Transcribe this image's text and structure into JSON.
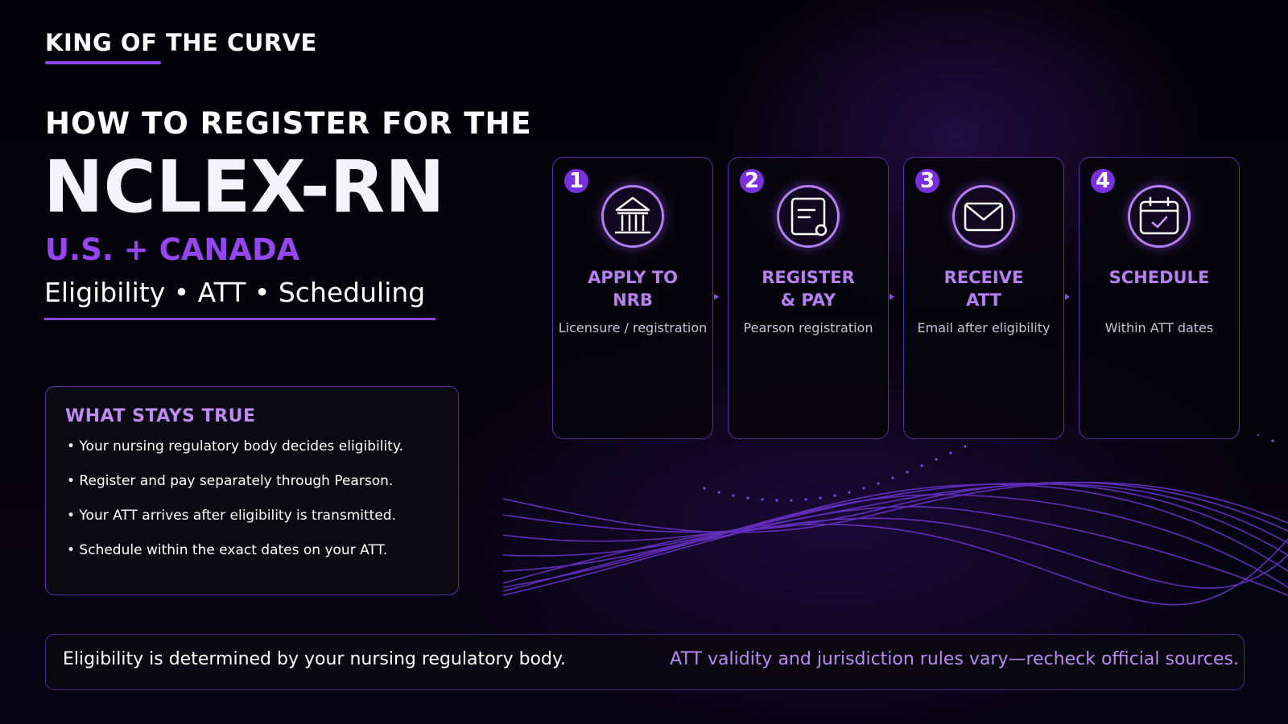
{
  "brand": "KING OF THE CURVE",
  "header": {
    "pre_title": "HOW TO REGISTER FOR THE",
    "title": "NCLEX-RN",
    "subtitle": "U.S. + CANADA",
    "tagline": "Eligibility • ATT • Scheduling"
  },
  "truths": {
    "title": "WHAT STAYS TRUE",
    "items": [
      "• Your nursing regulatory body decides eligibility.",
      "• Register and pay separately through Pearson.",
      "• Your ATT arrives after eligibility is transmitted.",
      "• Schedule within the exact dates on your ATT."
    ]
  },
  "steps": [
    {
      "number": "1",
      "title": "APPLY TO\nNRB",
      "desc": "Licensure / registration",
      "icon": "institution-icon"
    },
    {
      "number": "2",
      "title": "REGISTER\n& PAY",
      "desc": "Pearson registration",
      "icon": "document-icon"
    },
    {
      "number": "3",
      "title": "RECEIVE\nATT",
      "desc": "Email after eligibility",
      "icon": "envelope-icon"
    },
    {
      "number": "4",
      "title": "SCHEDULE",
      "desc": "Within ATT dates",
      "icon": "calendar-check-icon"
    }
  ],
  "footer": {
    "left": "Eligibility is determined by your nursing regulatory body.",
    "right": "ATT validity and jurisdiction rules vary—recheck official sources."
  },
  "colors": {
    "accent": "#8b45ea",
    "accent_light": "#b77ff4",
    "background": "#030208"
  }
}
